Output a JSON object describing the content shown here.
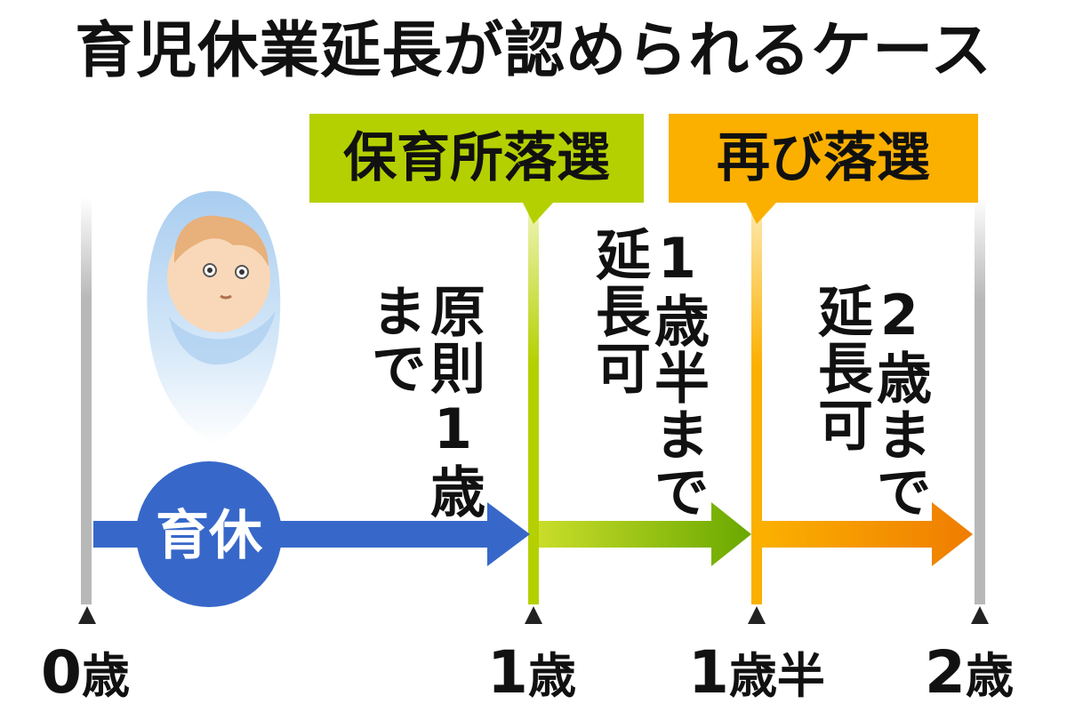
{
  "title": "育児休業延長が認められるケース",
  "badges": {
    "first": "保育所落選",
    "second": "再び落選"
  },
  "notes": {
    "principle": "原則1歳\nまで",
    "extend_first": "1歳半まで\n延長可",
    "extend_second": "2歳まで\n延長可"
  },
  "bubble_label": "育休",
  "ticks": [
    {
      "num": "0",
      "unit": "歳"
    },
    {
      "num": "1",
      "unit": "歳"
    },
    {
      "num": "1",
      "unit": "歳半"
    },
    {
      "num": "2",
      "unit": "歳"
    }
  ],
  "colors": {
    "blue": "#3768c9",
    "green": "#b5d000",
    "green_dark": "#69a800",
    "orange": "#fbb000",
    "orange_dark": "#ef7c00",
    "gray": "#b8b8b8",
    "baby_blanket": "#c6dff6",
    "baby_skin": "#f8d8b8",
    "baby_hair": "#e8b07a"
  },
  "icons": {
    "baby": "swaddled-baby-illustration",
    "tick": "triangle-up-marker"
  }
}
